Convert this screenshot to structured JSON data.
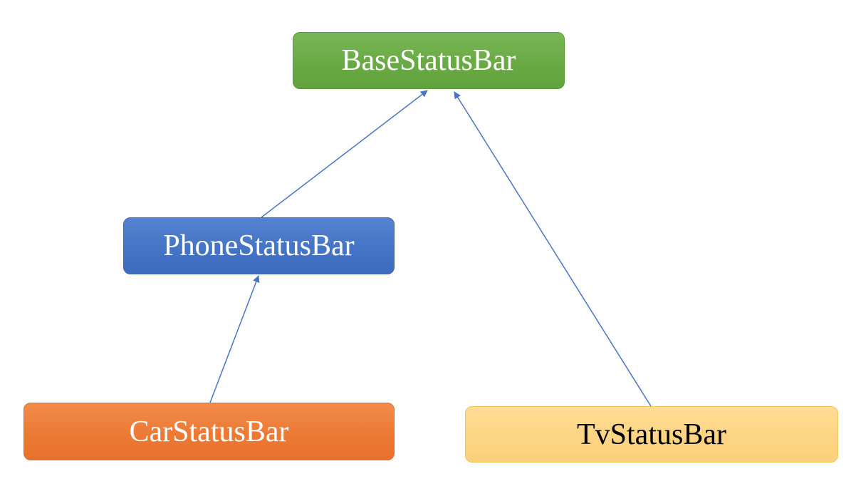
{
  "diagram": {
    "nodes": {
      "base": {
        "label": "BaseStatusBar",
        "color": "#6aaa45"
      },
      "phone": {
        "label": "PhoneStatusBar",
        "color": "#4574c6"
      },
      "car": {
        "label": "CarStatusBar",
        "color": "#ec7a35"
      },
      "tv": {
        "label": "TvStatusBar",
        "color": "#fdd584"
      }
    },
    "edges": [
      {
        "from": "PhoneStatusBar",
        "to": "BaseStatusBar"
      },
      {
        "from": "TvStatusBar",
        "to": "BaseStatusBar"
      },
      {
        "from": "CarStatusBar",
        "to": "PhoneStatusBar"
      }
    ],
    "edge_color": "#4a74c4"
  }
}
